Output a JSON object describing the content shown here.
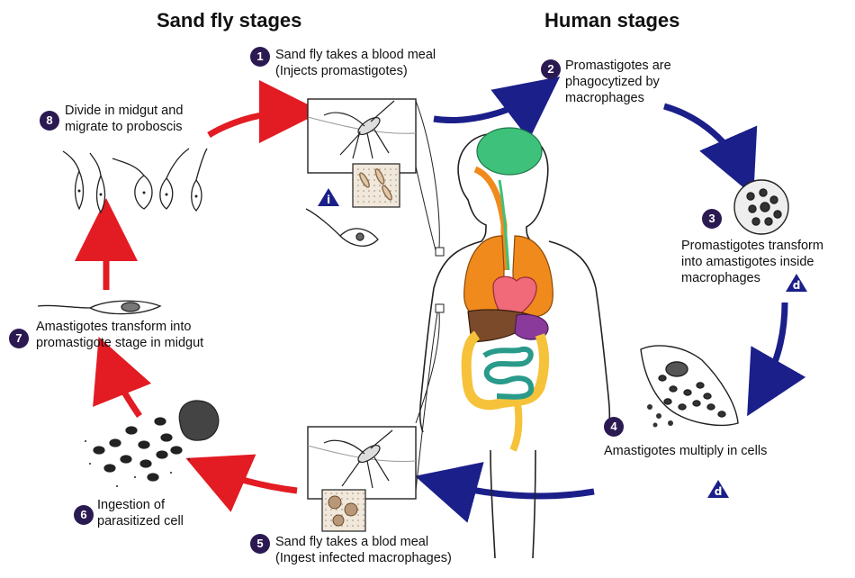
{
  "titles": {
    "sand_fly": "Sand fly stages",
    "human": "Human stages"
  },
  "steps": [
    {
      "num": "1",
      "lines": [
        "Sand fly takes a blood meal",
        "(Injects promastigotes)"
      ]
    },
    {
      "num": "2",
      "lines": [
        "Promastigotes are",
        "phagocytized by",
        "macrophages"
      ]
    },
    {
      "num": "3",
      "lines": [
        "Promastigotes transform",
        "into amastigotes inside",
        "macrophages"
      ]
    },
    {
      "num": "4",
      "lines": [
        "Amastigotes multiply in cells"
      ]
    },
    {
      "num": "5",
      "lines": [
        "Sand fly  takes a blod meal",
        "(Ingest infected macrophages)"
      ]
    },
    {
      "num": "6",
      "lines": [
        "Ingestion of",
        "parasitized cell"
      ]
    },
    {
      "num": "7",
      "lines": [
        "Amastigotes transform into",
        "promastigote stage in midgut"
      ]
    },
    {
      "num": "8",
      "lines": [
        "Divide in midgut and",
        "migrate to proboscis"
      ]
    }
  ],
  "stage_markers": {
    "infective": "i",
    "diagnostic": "d"
  },
  "colors": {
    "sand_fly_arrow": "#e31b23",
    "human_arrow": "#1b1f8a",
    "badge": "#2b1a52",
    "brain": "#3ec17a",
    "lungs": "#f08a1c",
    "heart": "#f06a7a",
    "liver": "#7a4a2a",
    "stomach": "#8a3a9a",
    "small_intestine": "#2a9a8a",
    "large_intestine": "#f5c23a"
  }
}
